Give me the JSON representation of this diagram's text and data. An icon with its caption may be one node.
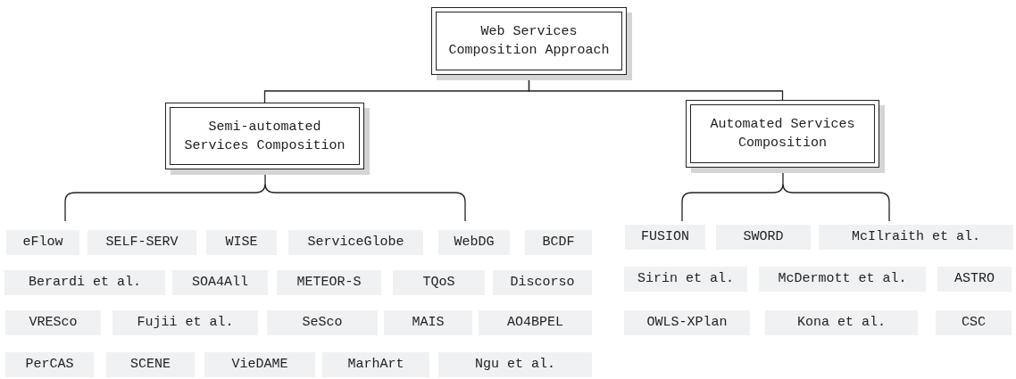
{
  "diagram": {
    "nodes": [
      {
        "text": [
          "Web Services Composition Approach"
        ]
      },
      {
        "text": [
          "Semi-automated Services Composition"
        ]
      },
      {
        "text": [
          "Automated Services Composition"
        ]
      },
      {
        "text": [
          "eFlow"
        ]
      },
      {
        "text": [
          "SELF-SERV"
        ]
      },
      {
        "text": [
          "WISE"
        ]
      },
      {
        "text": [
          "ServiceGlobe"
        ]
      },
      {
        "text": [
          "WebDG"
        ]
      },
      {
        "text": [
          "BCDF"
        ]
      },
      {
        "text": [
          "Berardi et al."
        ]
      },
      {
        "text": [
          "SOA4All"
        ]
      },
      {
        "text": [
          "METEOR-S"
        ]
      },
      {
        "text": [
          "TQoS"
        ]
      },
      {
        "text": [
          "Discorso"
        ]
      },
      {
        "text": [
          "VRESco"
        ]
      },
      {
        "text": [
          "Fujii et al."
        ]
      },
      {
        "text": [
          "SeSco"
        ]
      },
      {
        "text": [
          "MAIS"
        ]
      },
      {
        "text": [
          "AO4BPEL"
        ]
      },
      {
        "text": [
          "PerCAS"
        ]
      },
      {
        "text": [
          "SCENE"
        ]
      },
      {
        "text": [
          "VieDAME"
        ]
      },
      {
        "text": [
          "MarhArt"
        ]
      },
      {
        "text": [
          "Ngu et al."
        ]
      },
      {
        "text": [
          "FUSION"
        ]
      },
      {
        "text": [
          "SWORD"
        ]
      },
      {
        "text": [
          "McIlraith et al."
        ]
      },
      {
        "text": [
          "Sirin et al."
        ]
      },
      {
        "text": [
          "McDermott et al."
        ]
      },
      {
        "text": [
          "ASTRO"
        ]
      },
      {
        "text": [
          "OWLS-XPlan"
        ]
      },
      {
        "text": [
          "Kona et al."
        ]
      },
      {
        "text": [
          "CSC"
        ]
      }
    ],
    "edges": [
      {
        "from": 0,
        "to": 1,
        "arrow": "none"
      },
      {
        "from": 0,
        "to": 2,
        "arrow": "none"
      }
    ]
  }
}
